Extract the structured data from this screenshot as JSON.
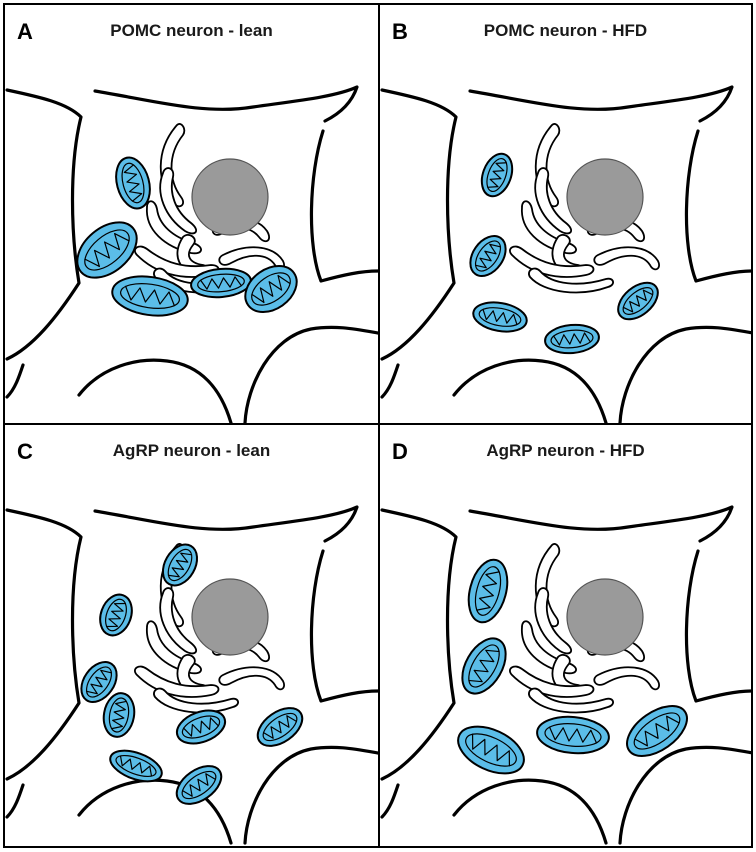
{
  "colors": {
    "mitochondrion_fill": "#5bbde8",
    "nucleus_fill": "#9a9a9a",
    "outline": "#000000"
  },
  "panels": [
    {
      "letter": "A",
      "title": "POMC neuron - lean",
      "mito_count": 5
    },
    {
      "letter": "B",
      "title": "POMC neuron - HFD",
      "mito_count": 5
    },
    {
      "letter": "C",
      "title": "AgRP neuron - lean",
      "mito_count": 8
    },
    {
      "letter": "D",
      "title": "AgRP neuron - HFD",
      "mito_count": 5
    }
  ]
}
